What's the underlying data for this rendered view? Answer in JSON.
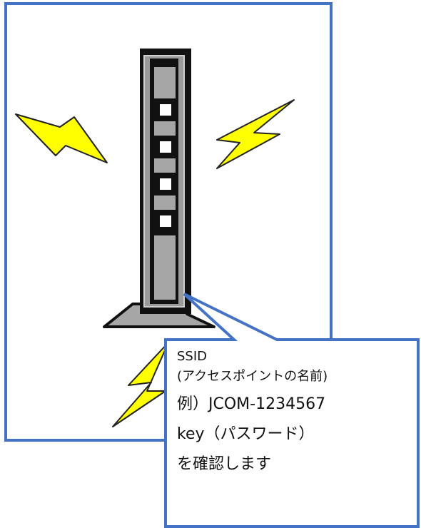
{
  "colors": {
    "frame": "#4472c4",
    "lightning": "#ffff00",
    "lightning_outline": "#222222",
    "router_body": "#111111",
    "router_panel": "#a6a6a6",
    "router_led": "#ffffff"
  },
  "icons": [
    "router-icon",
    "wifi-signal-lightning-icon"
  ],
  "callout": {
    "line1": "SSID",
    "line2": "(アクセスポイントの名前)",
    "line3": "例）JCOM-1234567",
    "line4": "key（パスワード）",
    "line5": "を確認します"
  }
}
